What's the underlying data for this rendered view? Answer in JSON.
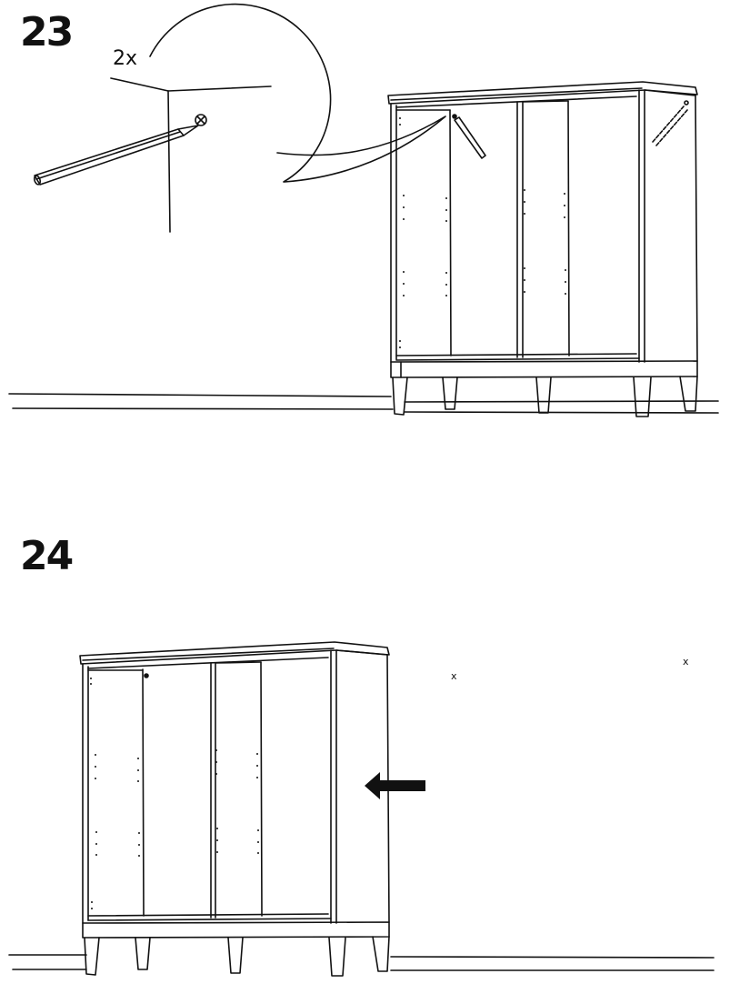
{
  "steps": [
    {
      "number": "23",
      "quantity": "2x",
      "description": "Mark two points with a pencil at the top inside corner of the cabinet",
      "icons": [
        "pencil-icon",
        "mark-x-icon",
        "detail-magnifier-icon"
      ]
    },
    {
      "number": "24",
      "marks": [
        "x",
        "x"
      ],
      "description": "Push the cabinet towards the wall",
      "icons": [
        "arrow-left-icon"
      ]
    }
  ],
  "colors": {
    "line": "#111111",
    "background": "#ffffff"
  }
}
